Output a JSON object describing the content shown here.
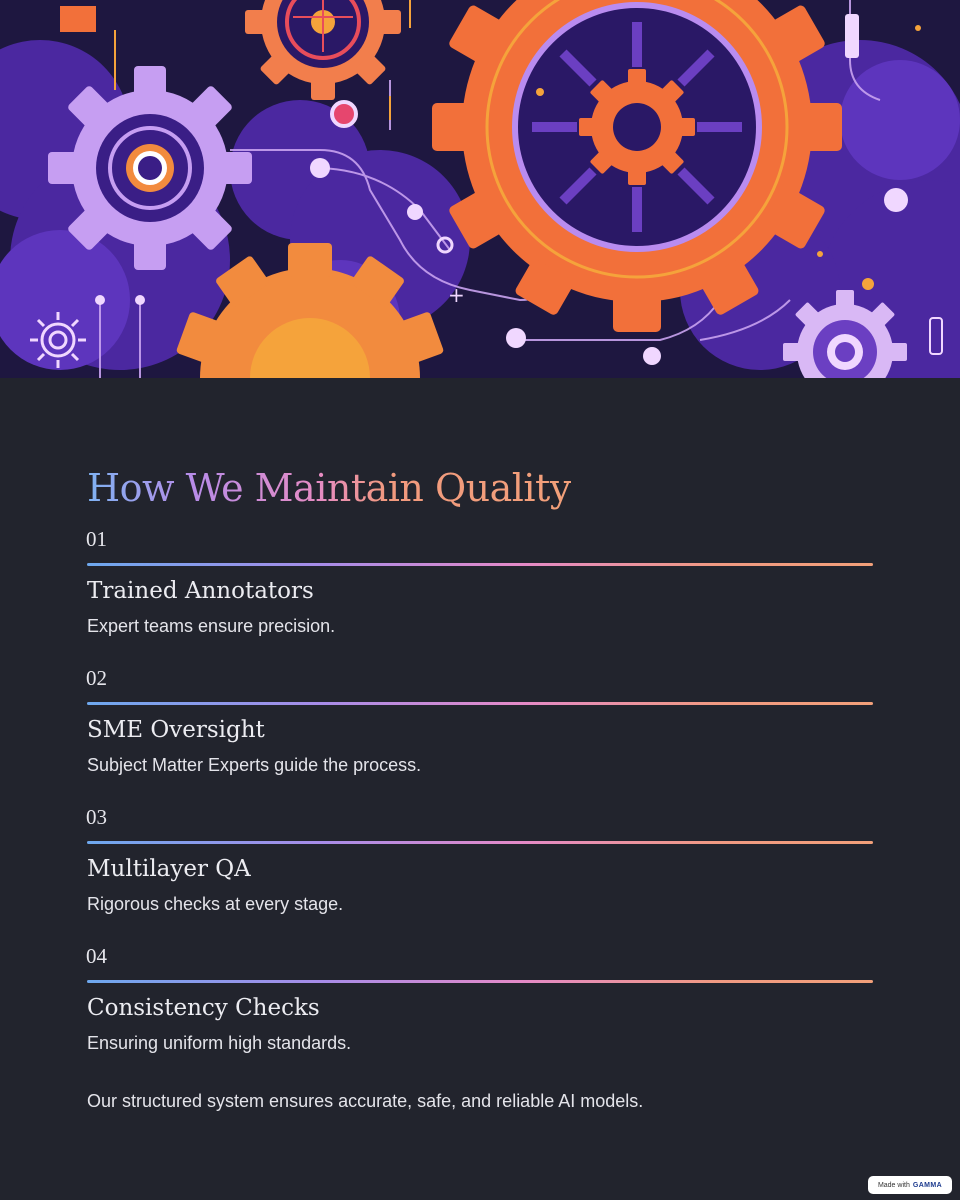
{
  "title": "How We Maintain Quality",
  "steps": [
    {
      "number": "01",
      "title": "Trained Annotators",
      "description": "Expert teams ensure precision."
    },
    {
      "number": "02",
      "title": "SME Oversight",
      "description": "Subject Matter Experts guide the process."
    },
    {
      "number": "03",
      "title": "Multilayer QA",
      "description": "Rigorous checks at every stage."
    },
    {
      "number": "04",
      "title": "Consistency Checks",
      "description": "Ensuring uniform high standards."
    }
  ],
  "footer": "Our structured system ensures accurate, safe, and reliable AI models.",
  "badge": {
    "prefix": "Made with",
    "brand": "GAMMA"
  },
  "colors": {
    "background": "#22242d",
    "hero_bg": "#1e1740",
    "orange": "#f2703a",
    "purple": "#6b3fc2",
    "lavender": "#c9a3f0",
    "gradient_start": "#7fb2f2",
    "gradient_end": "#f2a07a"
  },
  "hero_image": "gears-illustration"
}
